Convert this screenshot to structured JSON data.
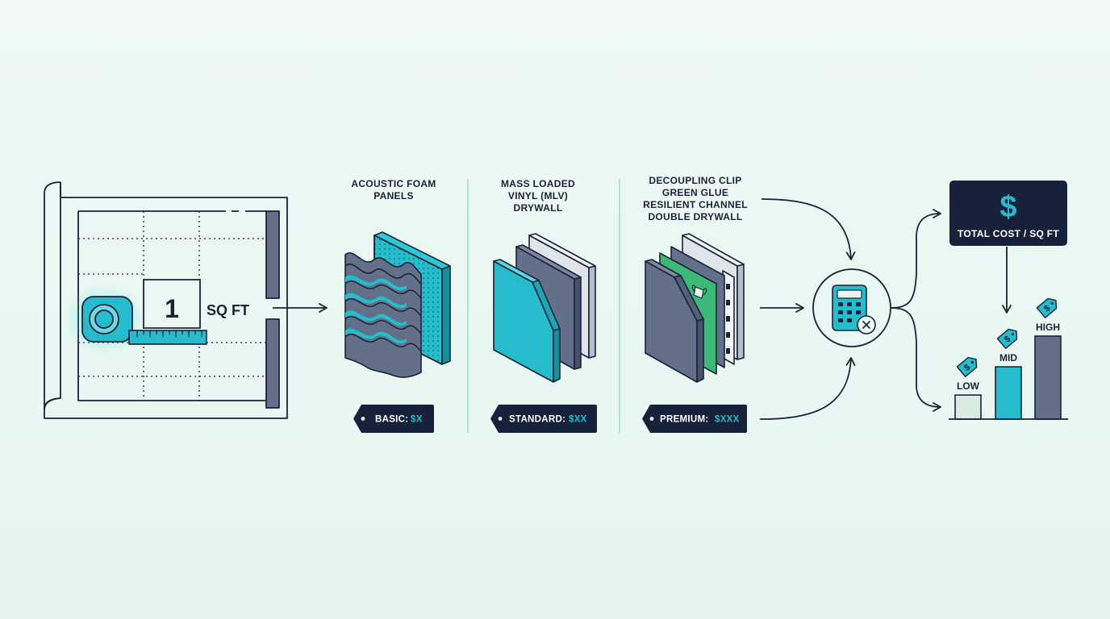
{
  "colors": {
    "background": "#e8f7f1",
    "ink": "#1a2238",
    "teal": "#1fb8c8",
    "slate": "#637089",
    "green": "#3cb878",
    "dark_tag": "#16213a"
  },
  "measure": {
    "value": "1",
    "unit": "SQ FT"
  },
  "tiers": [
    {
      "label_lines": [
        "ACOUSTIC FOAM",
        "PANELS"
      ],
      "tag_label": "BASIC:",
      "tag_price": "$X"
    },
    {
      "label_lines": [
        "MASS LOADED",
        "VINYL (MLV)",
        "DRYWALL"
      ],
      "tag_label": "STANDARD:",
      "tag_price": "$XX"
    },
    {
      "label_lines": [
        "DECOUPLING CLIP",
        "GREEN GLUE",
        "RESILIENT CHANNEL",
        "DOUBLE DRYWALL"
      ],
      "tag_label": "PREMIUM:",
      "tag_price": "$XXX"
    }
  ],
  "total": {
    "symbol": "$",
    "label": "TOTAL COST / SQ FT"
  },
  "price_levels": [
    {
      "label": "LOW",
      "symbol": "$",
      "level": 0.29
    },
    {
      "label": "MID",
      "symbol": "$",
      "level": 0.63
    },
    {
      "label": "HIGH",
      "symbol": "$",
      "level": 1.0
    }
  ],
  "icons": [
    "blueprint-icon",
    "tape-measure-icon",
    "foam-panel-icon",
    "mlv-drywall-icon",
    "decoupled-wall-icon",
    "calculator-icon",
    "price-tag-icon",
    "dollar-icon"
  ]
}
